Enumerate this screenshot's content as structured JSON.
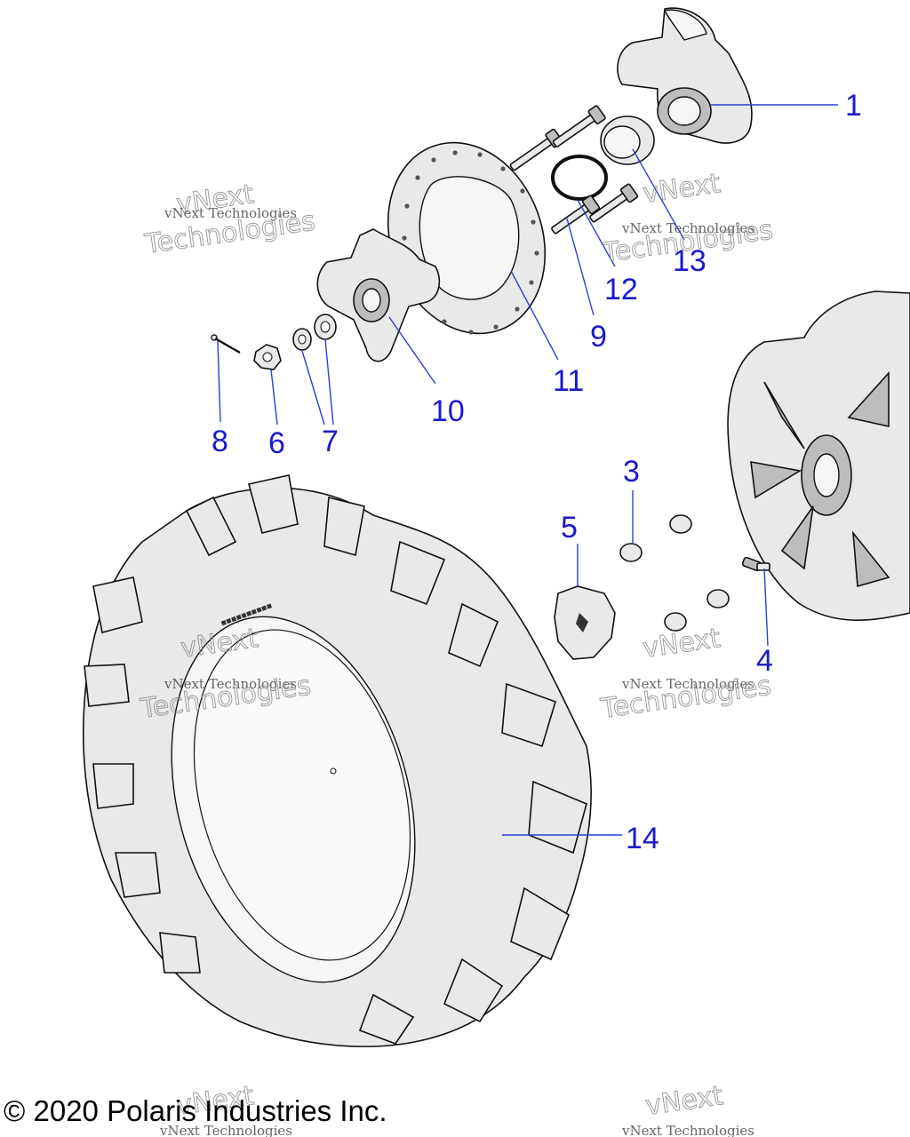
{
  "callouts": {
    "c1": "1",
    "c3": "3",
    "c4": "4",
    "c5": "5",
    "c6": "6",
    "c7": "7",
    "c8": "8",
    "c9": "9",
    "c10": "10",
    "c11": "11",
    "c12": "12",
    "c13": "13",
    "c14": "14"
  },
  "watermark": {
    "brand": "vNext",
    "company": "vNext Technologies",
    "word": "Technologies"
  },
  "copyright": "© 2020 Polaris Industries Inc.",
  "colors": {
    "callout": "#1a1acc",
    "leader": "#2d3fd6"
  }
}
